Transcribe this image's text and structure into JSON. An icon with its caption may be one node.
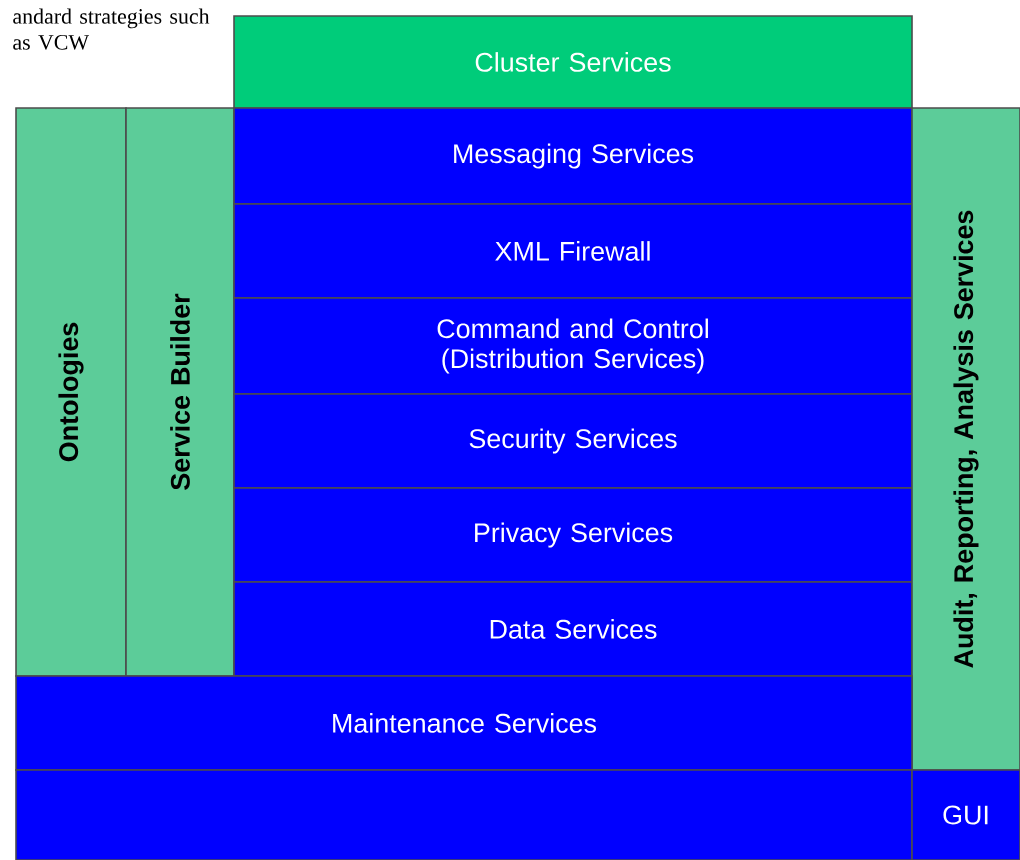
{
  "diagram": {
    "nodes": [
      {
        "text": [
          "Cluster Services"
        ]
      },
      {
        "text": [
          "Ontologies"
        ]
      },
      {
        "text": [
          "Service Builder"
        ]
      },
      {
        "text": [
          "Messaging Services"
        ]
      },
      {
        "text": [
          "XML Firewall"
        ]
      },
      {
        "text": [
          "Command and Control (Distribution Services)"
        ]
      },
      {
        "text": [
          "Security Services"
        ]
      },
      {
        "text": [
          "Privacy Services"
        ]
      },
      {
        "text": [
          "Data Services"
        ]
      },
      {
        "text": [
          "Audit, Reporting, Analysis Services"
        ]
      },
      {
        "text": [
          "Maintenance Services"
        ]
      },
      {
        "text": [],
        "shape": "box"
      },
      {
        "text": [
          "GUI"
        ]
      }
    ],
    "labels": [
      "andard strategies such as VCW"
    ]
  }
}
